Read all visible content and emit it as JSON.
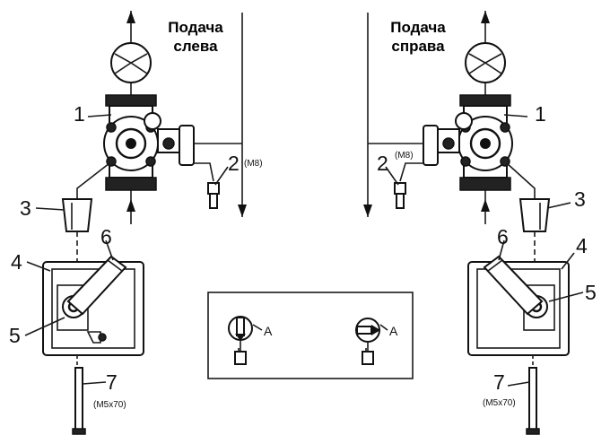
{
  "titles": {
    "left": [
      "Подача",
      "слева"
    ],
    "right": [
      "Подача",
      "справа"
    ]
  },
  "callouts": {
    "n1": "1",
    "n2": "2",
    "n3": "3",
    "n4": "4",
    "n5": "5",
    "n6": "6",
    "n7": "7",
    "m8": "(M8)",
    "m5x70": "(M5x70)",
    "detail_a": "A"
  }
}
